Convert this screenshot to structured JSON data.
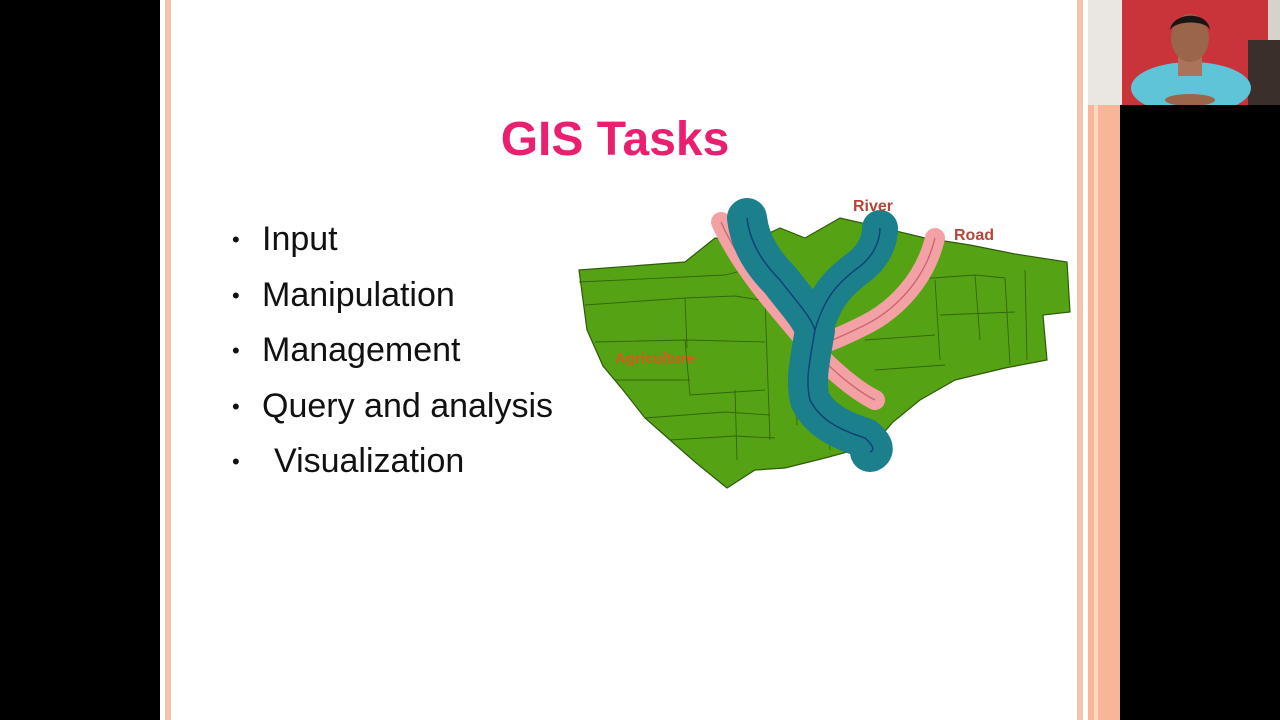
{
  "slide": {
    "title": "GIS Tasks",
    "bullets": [
      "Input",
      "Manipulation",
      "Management",
      "Query and analysis",
      "Visualization"
    ],
    "map_labels": {
      "river": "River",
      "road": "Road",
      "agriculture": "Agriculture"
    }
  },
  "colors": {
    "title": "#ea1f70",
    "land": "#55a314",
    "river": "#1b7f8c",
    "road_buffer": "#f4a1a6",
    "label": "#b4463a",
    "agriculture_label": "#e8501f"
  },
  "icons": {
    "bullet": "bullet-dot",
    "participant": "person-avatar"
  }
}
